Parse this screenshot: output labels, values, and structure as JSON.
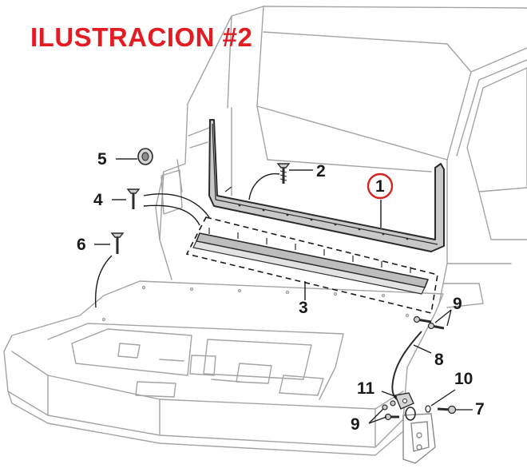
{
  "title": "ILUSTRACION #2",
  "colors": {
    "title": "#e31b23",
    "highlight_circle": "#d9231f",
    "line_art": "#9a9a9a",
    "part_outline": "#2a2a2a",
    "part_fill": "#b8b8b8"
  },
  "callouts": {
    "c1": "1",
    "c2": "2",
    "c3": "3",
    "c4": "4",
    "c5": "5",
    "c6": "6",
    "c7": "7",
    "c8": "8",
    "c9a": "9",
    "c9b": "9",
    "c10": "10",
    "c11": "11"
  }
}
